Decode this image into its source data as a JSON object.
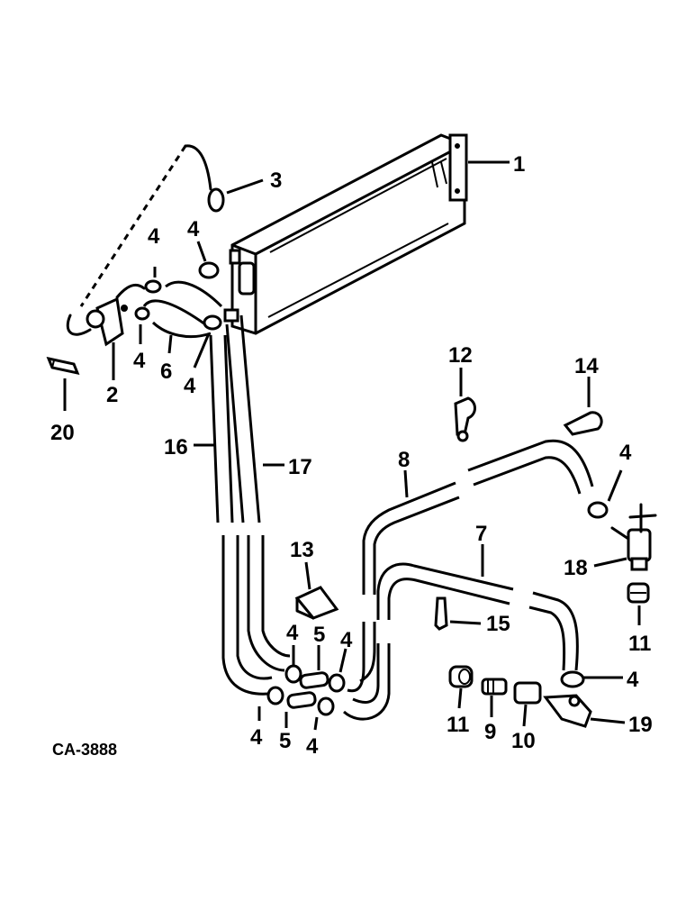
{
  "diagram": {
    "code": "CA-3888",
    "callouts": {
      "c1": "1",
      "c2": "2",
      "c3": "3",
      "c4a": "4",
      "c4b": "4",
      "c4c": "4",
      "c4d": "4",
      "c4e": "4",
      "c4f": "4",
      "c4g": "4",
      "c4h": "4",
      "c4i": "4",
      "c4j": "4",
      "c5a": "5",
      "c5b": "5",
      "c6": "6",
      "c7": "7",
      "c8": "8",
      "c9": "9",
      "c10": "10",
      "c11a": "11",
      "c11b": "11",
      "c12": "12",
      "c13": "13",
      "c14": "14",
      "c15": "15",
      "c16": "16",
      "c17": "17",
      "c18": "18",
      "c19": "19",
      "c20": "20"
    }
  }
}
